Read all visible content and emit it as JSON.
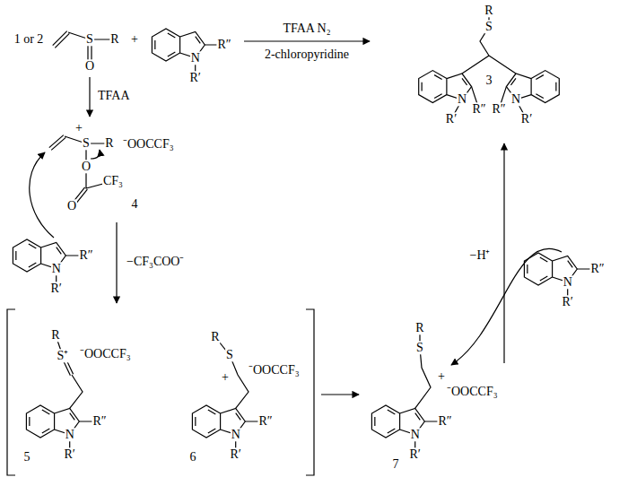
{
  "diagram": {
    "labels": [
      "1 or 2",
      "S",
      "R",
      "O",
      "+",
      "R″",
      "N",
      "R′",
      "TFAA N₂",
      "2-chloropyridine",
      "R",
      "S",
      "N",
      "R′",
      "R″",
      "R″",
      "N",
      "R′",
      "3",
      "TFAA",
      "+",
      "S",
      "R",
      "⁻OOCCF₃",
      "O",
      "CF₃",
      "O",
      "4",
      "R″",
      "N",
      "R′",
      "−CF₃COO⁻",
      "R",
      "S⁺",
      "⁻OOCCF₃",
      "R″",
      "N",
      "R′",
      "5",
      "R",
      "S",
      "+",
      "⁻OOCCF₃",
      "R″",
      "N",
      "R′",
      "6",
      "R",
      "S",
      "+",
      "⁻OOCCF₃",
      "R″",
      "N",
      "R′",
      "7",
      "R″",
      "N",
      "R′",
      "−H⁺"
    ]
  }
}
